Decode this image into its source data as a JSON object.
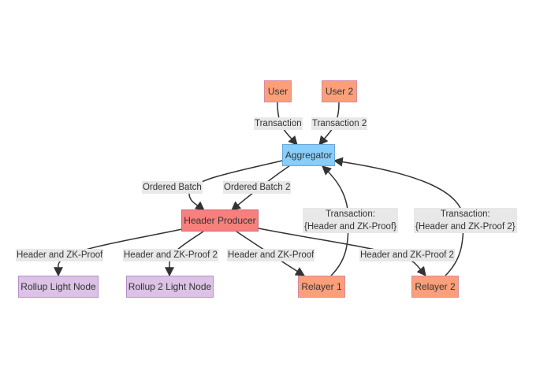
{
  "colors": {
    "user": "#fa9f7a",
    "user_border": "#d98aa0",
    "aggregator": "#87cefa",
    "aggregator_border": "#6aa6d8",
    "producer": "#f77f7c",
    "producer_border": "#c06b8a",
    "light_node": "#dcc2e6",
    "light_node_border": "#b78fc8",
    "relayer": "#fa9f7a",
    "relayer_border": "#d98aa0",
    "edge": "#333333",
    "label_bg": "#e8e8e8"
  },
  "nodes": {
    "user": "User",
    "user2": "User 2",
    "aggregator": "Aggregator",
    "header_producer": "Header Producer",
    "rollup_light_node": "Rollup Light Node",
    "rollup2_light_node": "Rollup 2 Light Node",
    "relayer1": "Relayer 1",
    "relayer2": "Relayer 2"
  },
  "edges": {
    "transaction": "Transaction",
    "transaction2": "Transaction 2",
    "ordered_batch": "Ordered Batch",
    "ordered_batch2": "Ordered Batch 2",
    "header_zk_1": "Header and ZK-Proof",
    "header_zk_2": "Header and ZK-Proof 2",
    "header_zk_3": "Header and ZK-Proof",
    "header_zk_4": "Header and ZK-Proof 2",
    "relayer1_tx_line1": "Transaction:",
    "relayer1_tx_line2": "{Header and ZK-Proof}",
    "relayer2_tx_line1": "Transaction:",
    "relayer2_tx_line2": "{Header and ZK-Proof 2}"
  }
}
